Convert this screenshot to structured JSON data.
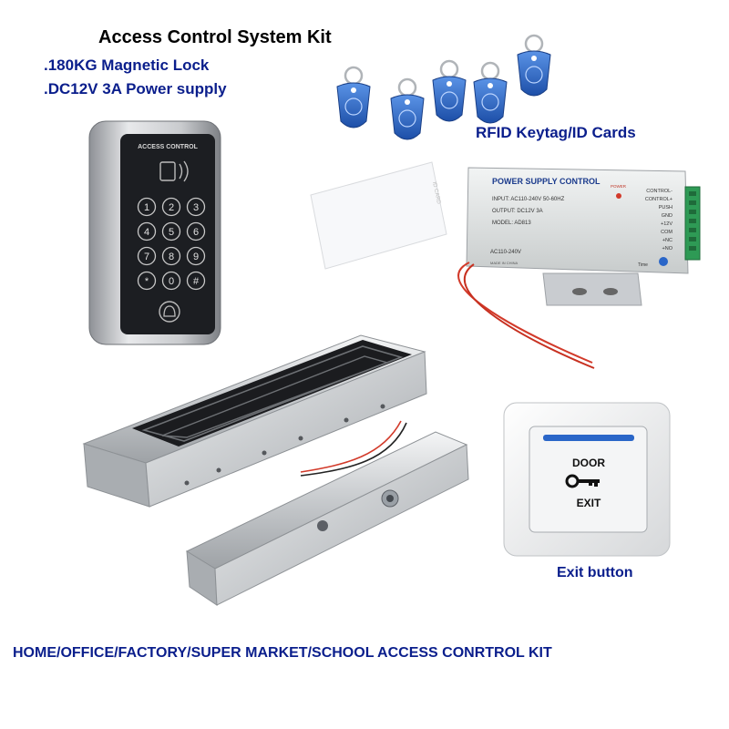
{
  "title": "Access Control System Kit",
  "features": [
    ".180KG Magnetic Lock",
    ".DC12V 3A Power supply"
  ],
  "labels": {
    "rfid": "RFID Keytag/ID Cards",
    "exit_button": "Exit button"
  },
  "footer": "HOME/OFFICE/FACTORY/SUPER MARKET/SCHOOL ACCESS CONRTROL KIT",
  "keypad": {
    "brand": "ACCESS CONTROL",
    "keys": [
      "1",
      "2",
      "3",
      "4",
      "5",
      "6",
      "7",
      "8",
      "9",
      "*",
      "0",
      "#"
    ]
  },
  "power_supply": {
    "title": "POWER SUPPLY CONTROL",
    "power_led": "POWER",
    "input": "INPUT: AC110-240V  50-60HZ",
    "output": "OUTPUT: DC12V   3A",
    "model": "MODEL: AD813",
    "ac": "AC110-240V",
    "made_in": "MADE IN CHINA",
    "time": "Time",
    "terminals": [
      "CONTROL-",
      "CONTROL+",
      "PUSH",
      "GND",
      "+12V",
      "COM",
      "+NC",
      "+NO"
    ]
  },
  "exit_plate": {
    "door": "DOOR",
    "exit": "EXIT"
  },
  "colors": {
    "label_blue": "#0a1e8c",
    "keytag_blue": "#2a66c8",
    "wire_red": "#d23a2a"
  }
}
